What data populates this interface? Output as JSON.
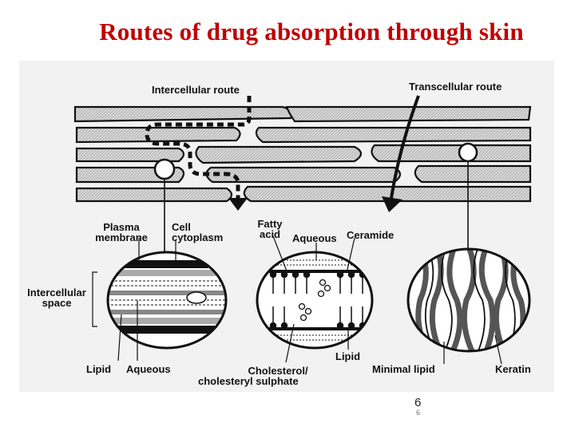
{
  "slide": {
    "title": "Routes of drug absorption through skin",
    "page_number": "6",
    "page_number_small": "6"
  },
  "figure": {
    "labels": {
      "intercellular_route": "Intercellular route",
      "transcellular_route": "Transcellular route",
      "plasma_membrane_1": "Plasma",
      "plasma_membrane_2": "membrane",
      "cell_cytoplasm_1": "Cell",
      "cell_cytoplasm_2": "cytoplasm",
      "fatty_acid_1": "Fatty",
      "fatty_acid_2": "acid",
      "aqueous_middle": "Aqueous",
      "ceramide": "Ceramide",
      "intercellular_space_1": "Intercellular",
      "intercellular_space_2": "space",
      "lipid_left": "Lipid",
      "aqueous_left": "Aqueous",
      "cholesterol_1": "Cholesterol/",
      "cholesterol_2": "cholesteryl sulphate",
      "lipid_middle": "Lipid",
      "minimal_lipid": "Minimal lipid",
      "keratin": "Keratin"
    }
  },
  "colors": {
    "title": "#c00000",
    "figure_background": "#f2f2f2",
    "ink": "#111111"
  }
}
